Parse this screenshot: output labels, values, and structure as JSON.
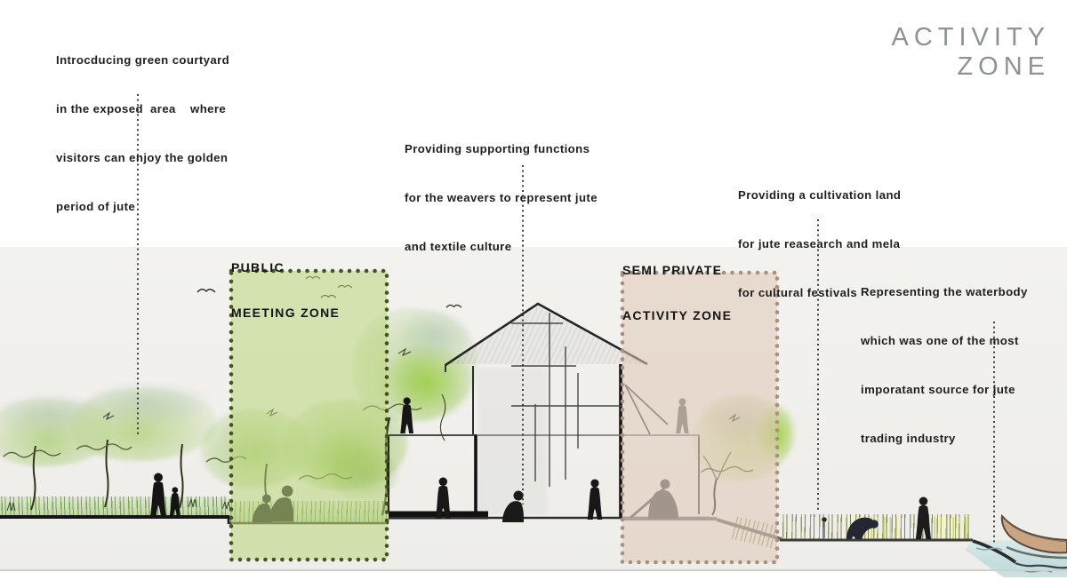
{
  "title": {
    "line1": "ACTIVITY",
    "line2": "ZONE"
  },
  "annotations": [
    {
      "id": "green-courtyard",
      "lines": [
        "Introcducing green courtyard",
        "in the exposed  area    where",
        "visitors can enjoy the golden",
        "period of jute"
      ]
    },
    {
      "id": "supporting-functions",
      "lines": [
        "Providing supporting functions",
        "for the weavers to represent jute",
        "and textile culture"
      ]
    },
    {
      "id": "cultivation-land",
      "lines": [
        "Providing a cultivation land",
        "for jute reasearch and mela",
        "for cultural festivals"
      ]
    },
    {
      "id": "waterbody",
      "lines": [
        "Representing the waterbody",
        "which was one of the most",
        "imporatant source for jute",
        "trading industry"
      ]
    }
  ],
  "zones": [
    {
      "id": "public-meeting-zone",
      "label_line1": "PUBLIC",
      "label_line2": "MEETING ZONE",
      "fill": "rgba(185,213,122,0.55)",
      "dot_color": "#46521f"
    },
    {
      "id": "semi-private-activity-zone",
      "label_line1": "SEMI PRIVATE",
      "label_line2": "ACTIVITY ZONE",
      "fill": "rgba(222,199,180,0.55)",
      "dot_color": "#a8917b"
    }
  ],
  "colors": {
    "annotation_line": "#2b2b2b",
    "title_gray": "#8e9296"
  }
}
